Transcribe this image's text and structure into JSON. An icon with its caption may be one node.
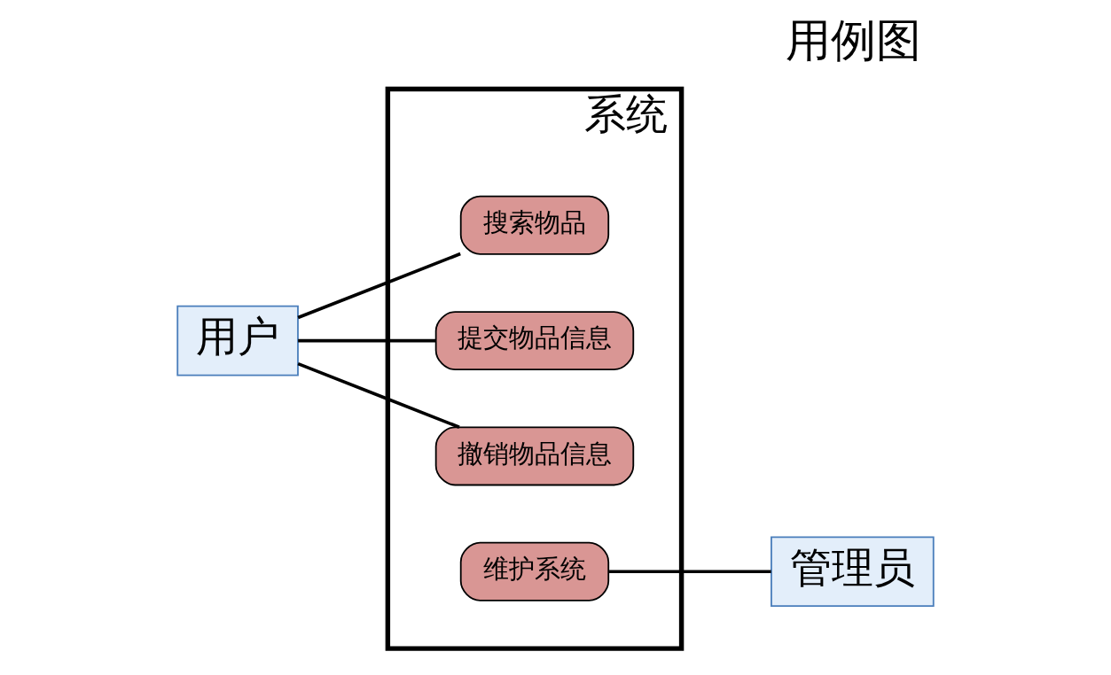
{
  "diagram": {
    "title": "用例图",
    "nodes": [
      {
        "text": [
          "系统"
        ]
      },
      {
        "text": [
          "用户"
        ]
      },
      {
        "text": [
          "搜索物品"
        ],
        "in": 0
      },
      {
        "text": [
          "提交物品信息"
        ],
        "in": 0
      },
      {
        "text": [
          "撤销物品信息"
        ],
        "in": 0
      },
      {
        "text": [
          "维护系统"
        ],
        "in": 0
      },
      {
        "text": [
          "管理员"
        ]
      }
    ],
    "edges": [
      {
        "from": 1,
        "to": 2,
        "arrow": "none"
      },
      {
        "from": 1,
        "to": 3,
        "arrow": "none"
      },
      {
        "from": 1,
        "to": 4,
        "arrow": "none"
      },
      {
        "from": 5,
        "to": 6,
        "arrow": "none"
      }
    ]
  }
}
